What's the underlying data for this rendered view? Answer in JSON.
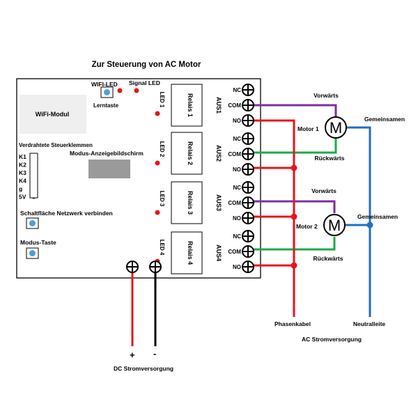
{
  "title": "Zur Steuerung von AC Motor",
  "board": {
    "wifi_module": "WiFi-Modul",
    "wifi_led": "WIFI-LED",
    "signal_led": "Signal LED",
    "learn_button": "Lerntaste",
    "wired_terminals_label": "Verdrahtete Steuerklemmen",
    "terminals": [
      "K1",
      "K2",
      "K3",
      "K4",
      "g",
      "5V"
    ],
    "mode_display": "Modus-Anzeigebildschirm",
    "network_button": "Schaltfläche Netzwerk verbinden",
    "mode_button": "Modus-Taste"
  },
  "relays": [
    {
      "led": "LED 1",
      "relay": "Relais 1",
      "out": "AUS1"
    },
    {
      "led": "LED 2",
      "relay": "Relais 2",
      "out": "AUS2"
    },
    {
      "led": "LED 3",
      "relay": "Relais 3",
      "out": "AUS3"
    },
    {
      "led": "LED 4",
      "relay": "Relais 4",
      "out": "AUS4"
    }
  ],
  "contacts": [
    "NC",
    "COM",
    "NO"
  ],
  "motors": [
    {
      "label": "Motor 1",
      "symbol": "M",
      "forward": "Vorwärts",
      "reverse": "Rückwärts",
      "common": "Gemeinsamen"
    },
    {
      "label": "Motor 2",
      "symbol": "M",
      "forward": "Vorwärts",
      "reverse": "Rückwärts",
      "common": "Gemeinsamen"
    }
  ],
  "power": {
    "phase": "Phasenkabel",
    "neutral": "Neutralleite",
    "ac_supply": "AC Stromversorgung",
    "dc_supply": "DC Stromversorgung",
    "plus": "+",
    "minus": "-"
  },
  "colors": {
    "red": "#e8141b",
    "purple": "#7b2fa0",
    "green": "#1fa84a",
    "blue": "#1f6fc4",
    "black": "#000000",
    "wifi_module_bg": "#efefef",
    "display_bg": "#9a9a9a",
    "button_blue": "#4e9fd6"
  }
}
